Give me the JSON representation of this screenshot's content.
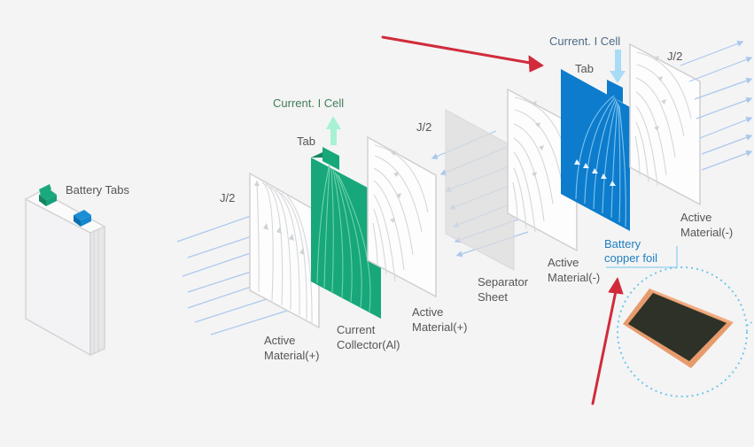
{
  "colors": {
    "background": "#f4f4f4",
    "collector_al": "#17a77a",
    "copper_collector": "#0d7ccc",
    "current_arrow_green": "#a7f1d5",
    "current_arrow_blue": "#a8dbf6",
    "flux_line": "#a9c8ee",
    "annotation_arrow": "#d12b3b",
    "callout_circle": "#72c6ee",
    "copper_edge": "#e79b6d",
    "foil_dark": "#2d3128"
  },
  "labels": {
    "battery_tabs": "Battery Tabs",
    "j2_left": "J/2",
    "j2_middle": "J/2",
    "j2_right": "J/2",
    "tab_left": "Tab",
    "tab_right": "Tab",
    "current_left": "Current. I Cell",
    "current_right": "Current. I Cell",
    "active_material_pos_1": [
      "Active",
      "Material(+)"
    ],
    "current_collector_al": [
      "Current",
      "Collector(Al)"
    ],
    "active_material_pos_2": [
      "Active",
      "Material(+)"
    ],
    "separator_sheet": [
      "Separator",
      "Sheet"
    ],
    "active_material_neg_1": [
      "Active",
      "Material(-)"
    ],
    "active_material_neg_2": [
      "Active",
      "Material(-)"
    ],
    "battery_copper_foil": [
      "Battery",
      "copper foil"
    ]
  },
  "icons": {
    "battery_cell": "battery-cell-icon",
    "tab_positive": "positive-tab-icon",
    "tab_negative": "negative-tab-icon",
    "current_up": "arrow-up-icon",
    "current_down": "arrow-down-icon"
  }
}
